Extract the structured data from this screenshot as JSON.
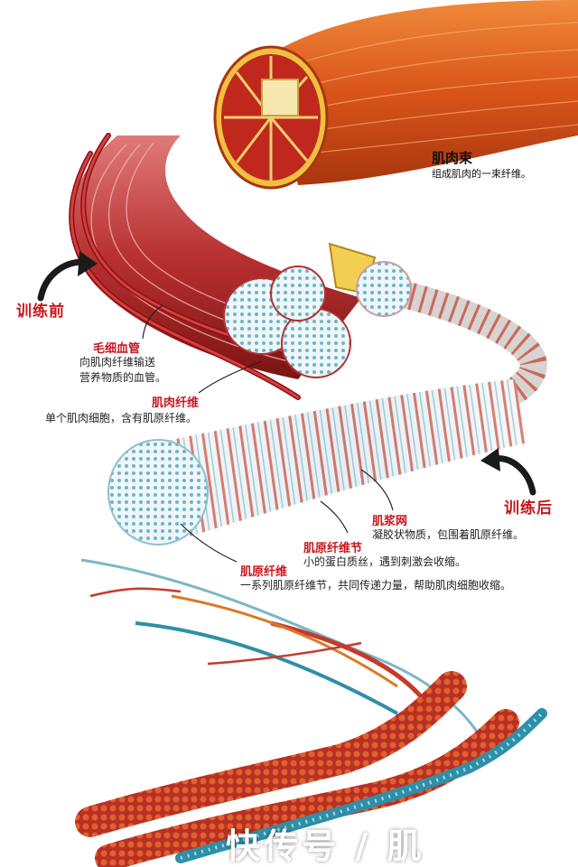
{
  "labels": {
    "bundle": {
      "title": "肌肉束",
      "desc": "组成肌肉的一束纤维。"
    },
    "before": "训练前",
    "after": "训练后",
    "capillary": {
      "title": "毛细血管",
      "desc_line1": "向肌肉纤维输送",
      "desc_line2": "营养物质的血管。"
    },
    "fiber": {
      "title": "肌肉纤维",
      "desc": "单个肌肉细胞，含有肌原纤维。"
    },
    "sarcoplasm": {
      "title": "肌浆网",
      "desc": "凝胶状物质，包围着肌原纤维。"
    },
    "sarcomere": {
      "title": "肌原纤维节",
      "desc": "小的蛋白质丝，遇到刺激会收缩。"
    },
    "myofibril": {
      "title": "肌原纤维",
      "desc": "一系列肌原纤维节，共同传递力量，帮助肌肉细胞收缩。"
    }
  },
  "watermark": "快传号 / 肌",
  "colors": {
    "label_red": "#c8161d",
    "muscle_orange": "#e0651e",
    "muscle_red": "#b8262a",
    "fiber_blue": "#2e8fa8"
  }
}
